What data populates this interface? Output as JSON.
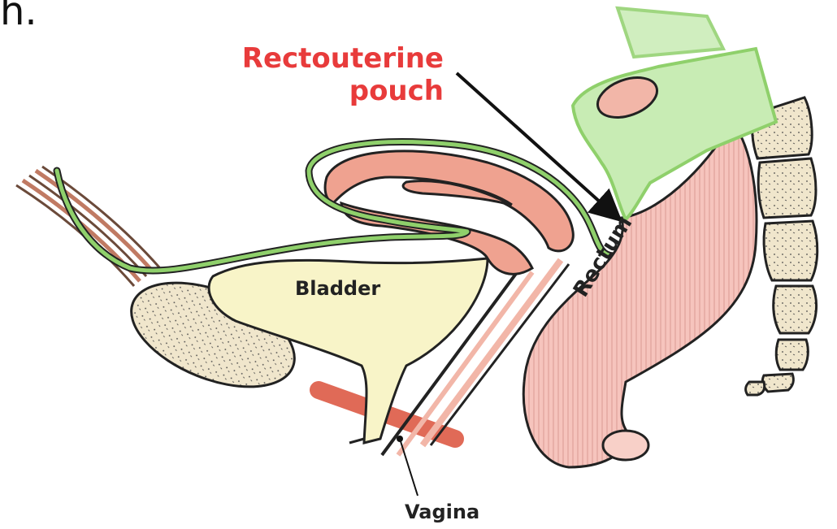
{
  "fragment_text": "h.",
  "labels": {
    "rectouterine": [
      "Rectouterine",
      "pouch"
    ],
    "bladder": "Bladder",
    "rectum": "Rectum",
    "vagina": "Vagina"
  },
  "colors": {
    "peritoneum": "#8fd06b",
    "peritoneum_fill": "#c8ecb4",
    "uterus": "#efa290",
    "rectum": "#f6c4bd",
    "bladder": "#f8f4c8",
    "bone": "#f0e6cc",
    "vessel": "#e06a57",
    "callout": "#e83b3b"
  }
}
